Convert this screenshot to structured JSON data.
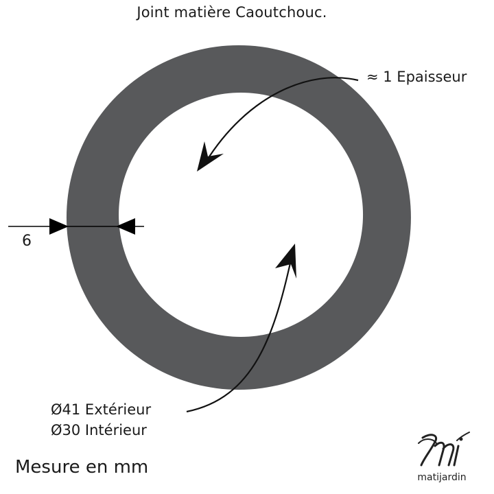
{
  "title": "Joint matière Caoutchouc.",
  "labels": {
    "thickness": "≈ 1 Epaisseur",
    "width": "6",
    "outer_diameter": "Ø41 Extérieur",
    "inner_diameter": "Ø30 Intérieur"
  },
  "note": "Mesure en mm",
  "logo": {
    "brand": "matijardin"
  },
  "colors": {
    "ring": "#58595b",
    "ink": "#1a1a1a",
    "background": "#ffffff"
  }
}
